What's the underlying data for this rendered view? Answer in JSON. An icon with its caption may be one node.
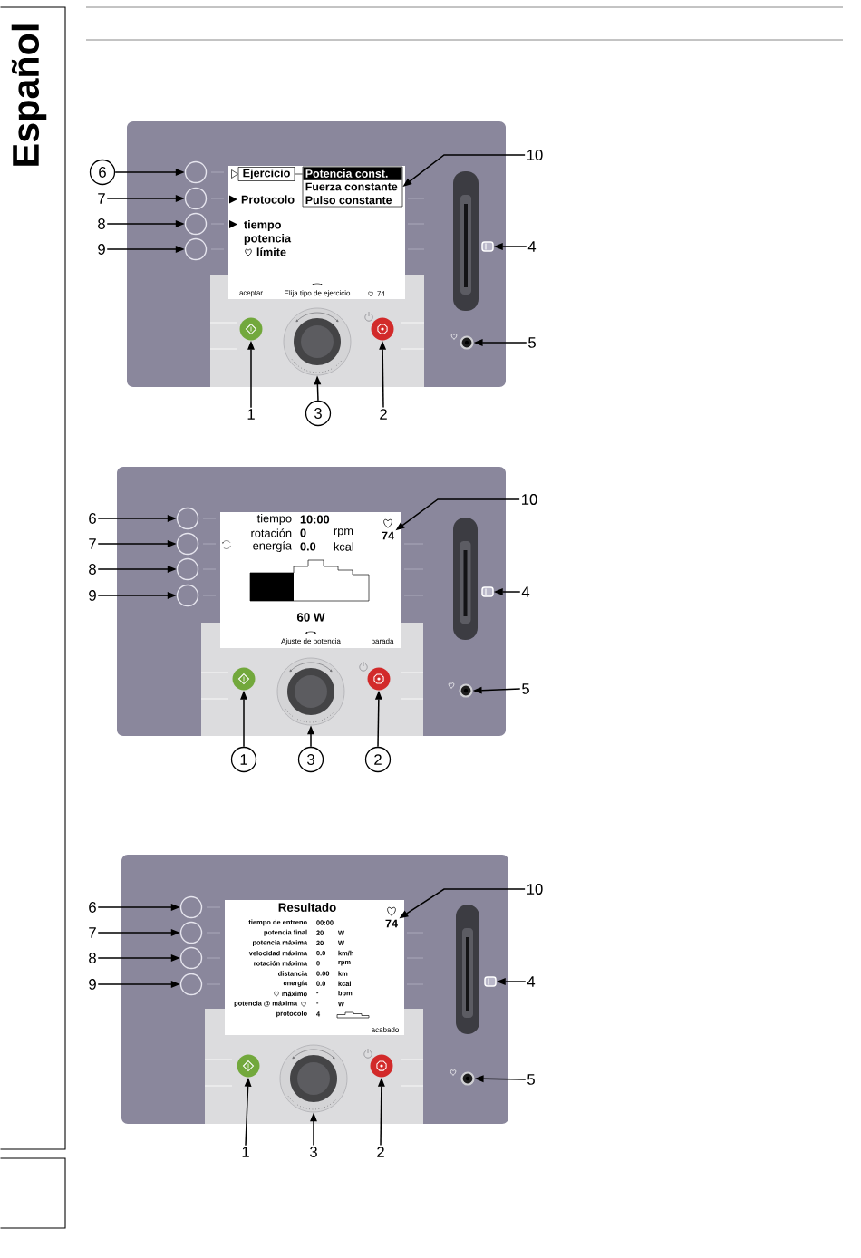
{
  "diagram": {
    "nodes": [
      {
        "text": [
          "Protocolo",
          "tiempo",
          "potencia",
          "límite",
          "aceptar",
          "Elija tipo de ejercicio",
          "74"
        ]
      },
      {
        "text": [
          "Ejercicio"
        ],
        "in": 0
      },
      {
        "text": [
          "Potencia const.",
          "Fuerza constante",
          "Pulso constante"
        ],
        "in": 0
      },
      {
        "text": [],
        "shape": "circle"
      },
      {
        "text": [],
        "shape": "circle"
      },
      {
        "text": [],
        "shape": "circle"
      },
      {
        "text": [],
        "shape": "circle"
      },
      {
        "text": [],
        "shape": "circle"
      },
      {
        "text": [],
        "shape": "circle"
      },
      {
        "text": [],
        "shape": "circle"
      },
      {
        "text": [],
        "shape": "picture"
      },
      {
        "text": [],
        "shape": "circle"
      },
      {
        "text": [
          "10"
        ]
      },
      {
        "text": [
          "6"
        ]
      },
      {
        "text": [
          "7"
        ]
      },
      {
        "text": [
          "8"
        ]
      },
      {
        "text": [
          "9"
        ]
      },
      {
        "text": [
          "4"
        ]
      },
      {
        "text": [
          "5"
        ]
      },
      {
        "text": [
          "1"
        ]
      },
      {
        "text": [
          "3"
        ]
      },
      {
        "text": [
          "2"
        ]
      },
      {
        "text": [
          "tiempo",
          "10:00",
          "rotación",
          "0",
          "rpm",
          "energía",
          "0.0",
          "kcal",
          "60 W",
          "Ajuste de potencia",
          "parada"
        ]
      },
      {
        "text": [
          "74"
        ],
        "in": 22
      },
      {
        "text": [],
        "shape": "circle"
      },
      {
        "text": [],
        "shape": "circle"
      },
      {
        "text": [],
        "shape": "circle"
      },
      {
        "text": [],
        "shape": "circle"
      },
      {
        "text": [],
        "shape": "circle"
      },
      {
        "text": [],
        "shape": "circle"
      },
      {
        "text": [],
        "shape": "circle"
      },
      {
        "text": [],
        "shape": "picture"
      },
      {
        "text": [],
        "shape": "circle"
      },
      {
        "text": [
          "10"
        ]
      },
      {
        "text": [
          "6"
        ]
      },
      {
        "text": [
          "7"
        ]
      },
      {
        "text": [
          "8"
        ]
      },
      {
        "text": [
          "9"
        ]
      },
      {
        "text": [
          "4"
        ]
      },
      {
        "text": [
          "5"
        ]
      },
      {
        "text": [
          "1"
        ]
      },
      {
        "text": [
          "3"
        ]
      },
      {
        "text": [
          "2"
        ]
      },
      {
        "text": [
          "Resultado",
          "tiempo de entreno",
          "00:00",
          "potencia final",
          "20",
          "W",
          "potencia máxima",
          "20",
          "W",
          "velocidad máxima",
          "0.0",
          "km/h",
          "rotación máxima",
          "0",
          "rpm",
          "distancia",
          "0.00",
          "km",
          "energía",
          "0.0",
          "kcal",
          "máximo",
          "-",
          "bpm",
          "potencia @ máxima",
          "-",
          "W",
          "protocolo",
          "4",
          "acabado"
        ]
      },
      {
        "text": [
          "74"
        ],
        "in": 43
      },
      {
        "text": [],
        "shape": "circle"
      },
      {
        "text": [],
        "shape": "circle"
      },
      {
        "text": [],
        "shape": "circle"
      },
      {
        "text": [],
        "shape": "circle"
      },
      {
        "text": [],
        "shape": "circle"
      },
      {
        "text": [],
        "shape": "circle"
      },
      {
        "text": [],
        "shape": "circle"
      },
      {
        "text": [],
        "shape": "picture"
      },
      {
        "text": [],
        "shape": "circle"
      },
      {
        "text": [
          "10"
        ]
      },
      {
        "text": [
          "6"
        ]
      },
      {
        "text": [
          "7"
        ]
      },
      {
        "text": [
          "8"
        ]
      },
      {
        "text": [
          "9"
        ]
      },
      {
        "text": [
          "4"
        ]
      },
      {
        "text": [
          "5"
        ]
      },
      {
        "text": [
          "1"
        ]
      },
      {
        "text": [
          "3"
        ]
      },
      {
        "text": [
          "2"
        ]
      }
    ],
    "edges": [
      {
        "from": 1,
        "to": 2,
        "arrow": "none"
      },
      {
        "from": 12,
        "to": 2,
        "arrow": "to"
      },
      {
        "from": 13,
        "to": 3,
        "arrow": "to"
      },
      {
        "from": 14,
        "to": 4,
        "arrow": "to"
      },
      {
        "from": 15,
        "to": 5,
        "arrow": "to"
      },
      {
        "from": 16,
        "to": 6,
        "arrow": "to"
      },
      {
        "from": 17,
        "to": 10,
        "arrow": "to"
      },
      {
        "from": 18,
        "to": 11,
        "arrow": "to"
      },
      {
        "from": 19,
        "to": 7,
        "arrow": "to"
      },
      {
        "from": 20,
        "to": 8,
        "arrow": "to"
      },
      {
        "from": 21,
        "to": 9,
        "arrow": "to"
      },
      {
        "from": 33,
        "to": 23,
        "arrow": "to"
      },
      {
        "from": 34,
        "to": 24,
        "arrow": "to"
      },
      {
        "from": 35,
        "to": 25,
        "arrow": "to"
      },
      {
        "from": 36,
        "to": 26,
        "arrow": "to"
      },
      {
        "from": 37,
        "to": 27,
        "arrow": "to"
      },
      {
        "from": 38,
        "to": 31,
        "arrow": "to"
      },
      {
        "from": 39,
        "to": 32,
        "arrow": "to"
      },
      {
        "from": 40,
        "to": 28,
        "arrow": "to"
      },
      {
        "from": 41,
        "to": 29,
        "arrow": "to"
      },
      {
        "from": 42,
        "to": 30,
        "arrow": "to"
      },
      {
        "from": 54,
        "to": 44,
        "arrow": "to"
      },
      {
        "from": 55,
        "to": 45,
        "arrow": "to"
      },
      {
        "from": 56,
        "to": 46,
        "arrow": "to"
      },
      {
        "from": 57,
        "to": 47,
        "arrow": "to"
      },
      {
        "from": 58,
        "to": 48,
        "arrow": "to"
      },
      {
        "from": 59,
        "to": 52,
        "arrow": "to"
      },
      {
        "from": 60,
        "to": 53,
        "arrow": "to"
      },
      {
        "from": 61,
        "to": 49,
        "arrow": "to"
      },
      {
        "from": 62,
        "to": 50,
        "arrow": "to"
      },
      {
        "from": 63,
        "to": 51,
        "arrow": "to"
      }
    ],
    "labels": [
      "Español"
    ]
  }
}
